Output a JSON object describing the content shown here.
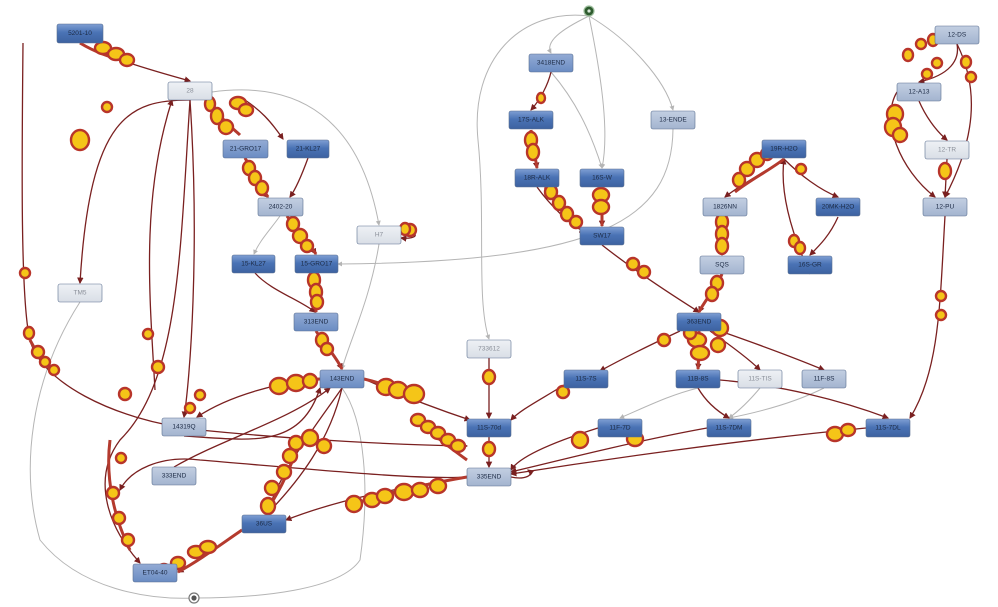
{
  "colors": {
    "node_dark": "#4a73b5",
    "node_mid": "#6a8cc3",
    "node_soft": "#a9b8d2",
    "node_faint": "#dde2ea",
    "edge_gray": "#b5b5b5",
    "edge_red": "#7a2020",
    "token_fill": "#f5c518",
    "token_stroke": "#b8352a"
  },
  "graph": {
    "nodes": [
      {
        "id": "n5201",
        "label": "5201-10",
        "tone": "dark"
      },
      {
        "id": "n28",
        "label": "28",
        "tone": "faint"
      },
      {
        "id": "n21gro",
        "label": "21-GRO17",
        "tone": "mid"
      },
      {
        "id": "n21kl",
        "label": "21-KL27",
        "tone": "dark"
      },
      {
        "id": "n2402",
        "label": "2402-20",
        "tone": "soft"
      },
      {
        "id": "n15kl",
        "label": "15-KL27",
        "tone": "dark"
      },
      {
        "id": "n15gro",
        "label": "15-GRO17",
        "tone": "dark"
      },
      {
        "id": "nh7",
        "label": "H7",
        "tone": "faint"
      },
      {
        "id": "n313",
        "label": "313END",
        "tone": "mid"
      },
      {
        "id": "ntm5",
        "label": "TM5",
        "tone": "faint"
      },
      {
        "id": "n143",
        "label": "143END",
        "tone": "mid"
      },
      {
        "id": "n14319",
        "label": "14319Q",
        "tone": "soft"
      },
      {
        "id": "n333",
        "label": "333END",
        "tone": "soft"
      },
      {
        "id": "n36us",
        "label": "36US",
        "tone": "dark"
      },
      {
        "id": "net04",
        "label": "ET04-40",
        "tone": "mid"
      },
      {
        "id": "n3418",
        "label": "3418END",
        "tone": "mid"
      },
      {
        "id": "n17s",
        "label": "17S-ALK",
        "tone": "dark"
      },
      {
        "id": "n13",
        "label": "13-ENDE",
        "tone": "soft"
      },
      {
        "id": "n18r",
        "label": "18R-ALK",
        "tone": "dark"
      },
      {
        "id": "n16s",
        "label": "16S-W",
        "tone": "dark"
      },
      {
        "id": "nsw17",
        "label": "SW17",
        "tone": "dark"
      },
      {
        "id": "n733",
        "label": "733612",
        "tone": "faint"
      },
      {
        "id": "n11s70",
        "label": "11S-70d",
        "tone": "dark"
      },
      {
        "id": "n335",
        "label": "335END",
        "tone": "soft"
      },
      {
        "id": "n11s7s",
        "label": "11S-7S",
        "tone": "dark"
      },
      {
        "id": "n19r",
        "label": "19R-H2O",
        "tone": "dark"
      },
      {
        "id": "n1826",
        "label": "1826NN",
        "tone": "soft"
      },
      {
        "id": "n20mk",
        "label": "20MK-H2O",
        "tone": "dark"
      },
      {
        "id": "n16sgr",
        "label": "16S-GR",
        "tone": "dark"
      },
      {
        "id": "nsqs",
        "label": "SQS",
        "tone": "soft"
      },
      {
        "id": "n363",
        "label": "363END",
        "tone": "dark"
      },
      {
        "id": "n11b",
        "label": "11B-8S",
        "tone": "dark"
      },
      {
        "id": "n11stis",
        "label": "11S-TIS",
        "tone": "faint"
      },
      {
        "id": "n11f8s",
        "label": "11F-8S",
        "tone": "soft"
      },
      {
        "id": "n11f7d",
        "label": "11F-7D",
        "tone": "dark"
      },
      {
        "id": "n11s7dm",
        "label": "11S-7DM",
        "tone": "dark"
      },
      {
        "id": "n11s7dl",
        "label": "11S-7DL",
        "tone": "dark"
      },
      {
        "id": "n12ds",
        "label": "12-DS",
        "tone": "soft"
      },
      {
        "id": "n12a13",
        "label": "12-A13",
        "tone": "soft"
      },
      {
        "id": "n12tr",
        "label": "12-TR",
        "tone": "faint"
      },
      {
        "id": "n12pu",
        "label": "12-PU",
        "tone": "soft"
      }
    ],
    "markers": [
      {
        "id": "start",
        "name": "start-marker"
      },
      {
        "id": "end",
        "name": "end-marker"
      }
    ]
  }
}
